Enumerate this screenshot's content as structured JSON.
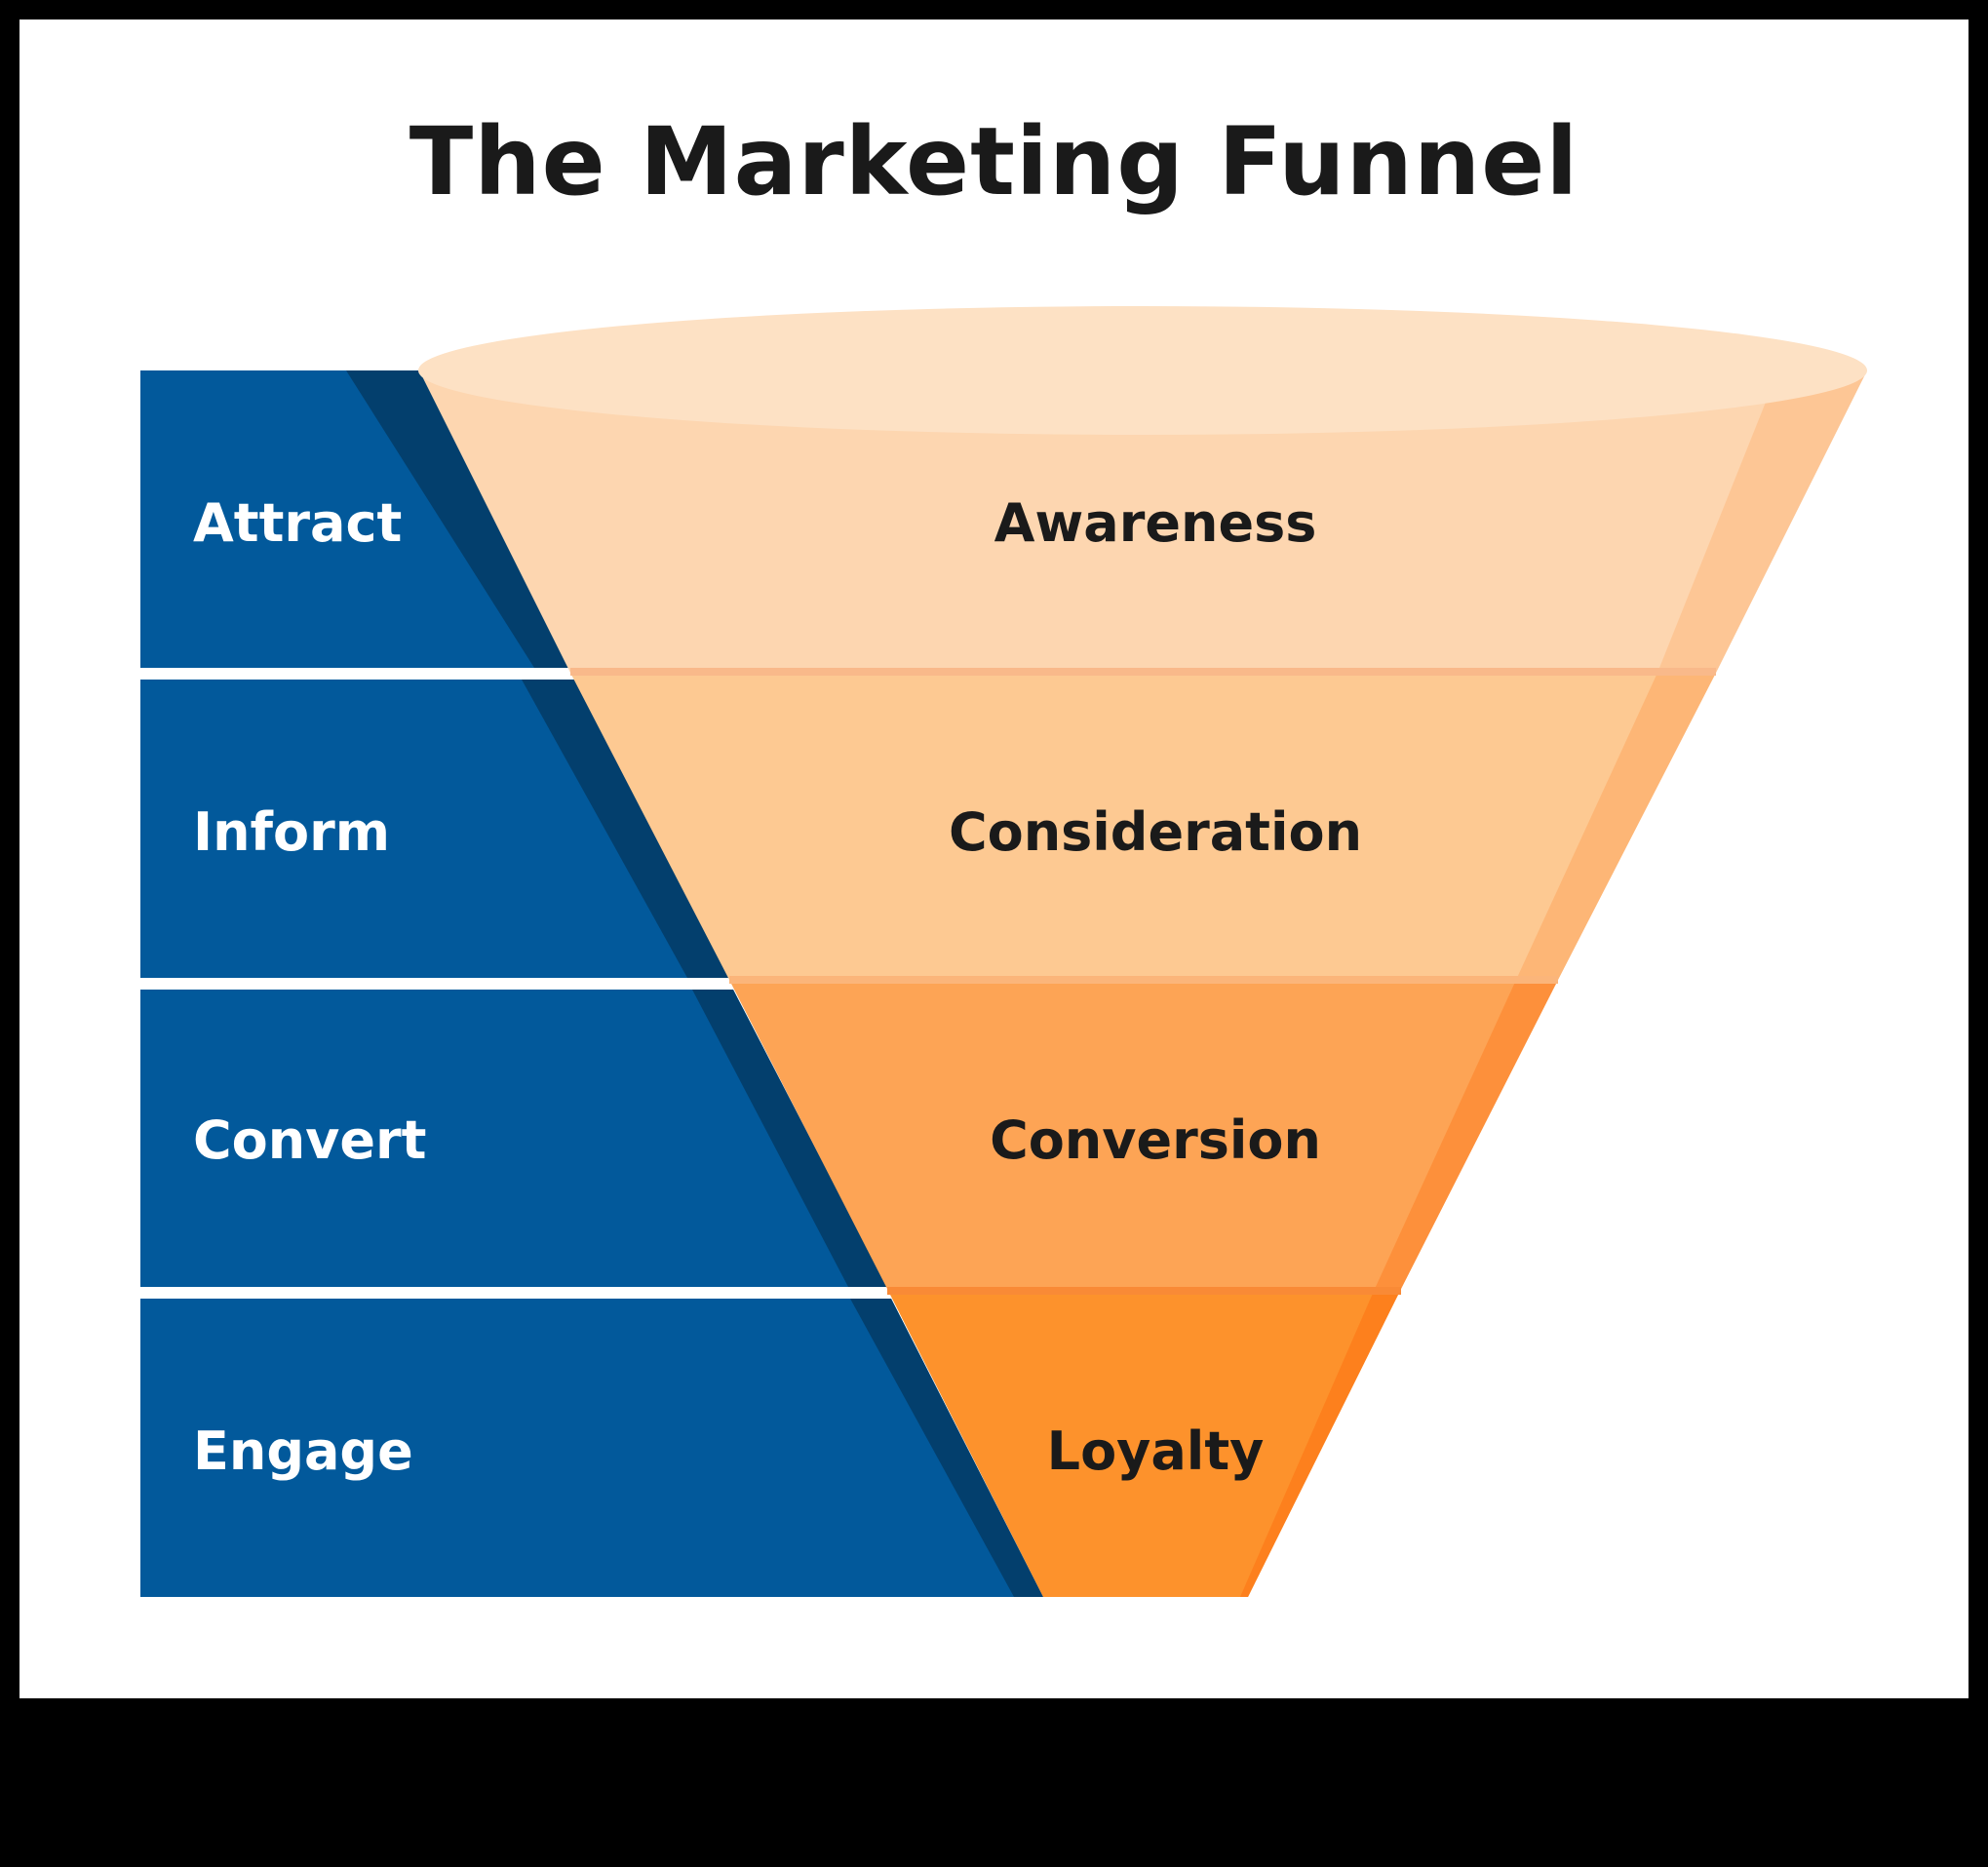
{
  "title": "The Marketing Funnel",
  "stages": [
    {
      "action": "Attract",
      "stage": "Awareness"
    },
    {
      "action": "Inform",
      "stage": "Consideration"
    },
    {
      "action": "Convert",
      "stage": "Conversion"
    },
    {
      "action": "Engage",
      "stage": "Loyalty"
    }
  ],
  "colors": {
    "background": "#000000",
    "canvas": "#ffffff",
    "blue": "#02599b",
    "blue_shadow": "#033f6d",
    "awareness": "#fdd6b0",
    "consideration": "#fdc992",
    "conversion": "#fda455",
    "loyalty": "#fd922c",
    "rim": "#fde1c4",
    "title_text": "#1a1a1a",
    "stage_text": "#1a1a1a",
    "action_text": "#ffffff"
  }
}
